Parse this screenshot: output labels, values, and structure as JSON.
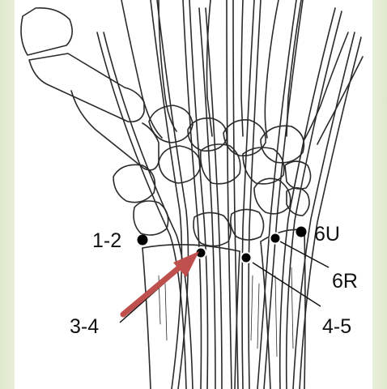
{
  "labels": {
    "portal_1_2": "1-2",
    "portal_3_4": "3-4",
    "portal_4_5": "4-5",
    "portal_6U": "6U",
    "portal_6R": "6R"
  },
  "colors": {
    "background": "#e3ecd3",
    "panel": "#ffffff",
    "line_art": "#2a2a2a",
    "portal_dot": "#000000",
    "arrow": "#c0504d"
  },
  "icons": {
    "arrow": "needle-arrow-icon",
    "portal": "portal-dot-icon"
  }
}
